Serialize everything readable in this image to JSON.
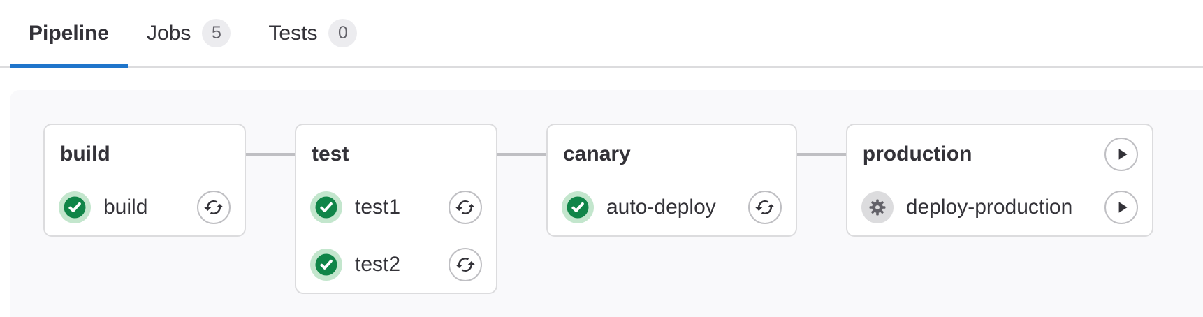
{
  "colors": {
    "accent": "#1f75cb",
    "text": "#333238",
    "badge_bg": "#ececef",
    "badge_text": "#626168",
    "container_bg": "#f9f9fb",
    "card_bg": "#ffffff",
    "card_border": "#dcdcde",
    "connector": "#bfbfc3",
    "success_green": "#108548",
    "success_ring": "#c3e6cd",
    "manual_bg": "#dcdcde",
    "manual_gear": "#626168",
    "icon_dark": "#333238",
    "action_border": "#bfbfc3"
  },
  "tabs": [
    {
      "label": "Pipeline",
      "active": true
    },
    {
      "label": "Jobs",
      "badge": "5",
      "active": false
    },
    {
      "label": "Tests",
      "badge": "0",
      "active": false
    }
  ],
  "pipeline": {
    "stages": [
      {
        "name": "build",
        "jobs": [
          {
            "name": "build",
            "status": "success",
            "action": "retry"
          }
        ]
      },
      {
        "name": "test",
        "jobs": [
          {
            "name": "test1",
            "status": "success",
            "action": "retry"
          },
          {
            "name": "test2",
            "status": "success",
            "action": "retry"
          }
        ]
      },
      {
        "name": "canary",
        "jobs": [
          {
            "name": "auto-deploy",
            "status": "success",
            "action": "retry"
          }
        ]
      },
      {
        "name": "production",
        "stage_action": "play",
        "jobs": [
          {
            "name": "deploy-production",
            "status": "manual",
            "action": "play"
          }
        ]
      }
    ]
  }
}
